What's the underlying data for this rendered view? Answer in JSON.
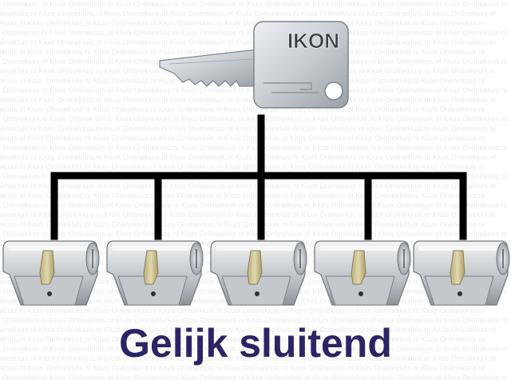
{
  "caption": "Gelijk sluitend",
  "key": {
    "brand": "IKON",
    "icon": "key-icon"
  },
  "cylinders": [
    {
      "icon": "lock-cylinder-icon"
    },
    {
      "icon": "lock-cylinder-icon"
    },
    {
      "icon": "lock-cylinder-icon"
    },
    {
      "icon": "lock-cylinder-icon"
    },
    {
      "icon": "lock-cylinder-icon"
    }
  ],
  "watermark": {
    "text": "Kluis Onlinekluis.nl  Kluis Onlinekluis.nl  Kluis Onlinekluis.nl  Kluis Onlinekluis.nl  Kluis Onlinekluis.nl  Kluis Onlinekluis.nl  Kluis Onlinekluis.nl  Kluis Onlinekluis.nl"
  },
  "colors": {
    "caption": "#2b2466",
    "connector": "#000000",
    "metal_light": "#e6e8ea",
    "metal_dark": "#8e949a",
    "brass": "#cbbf8e"
  }
}
